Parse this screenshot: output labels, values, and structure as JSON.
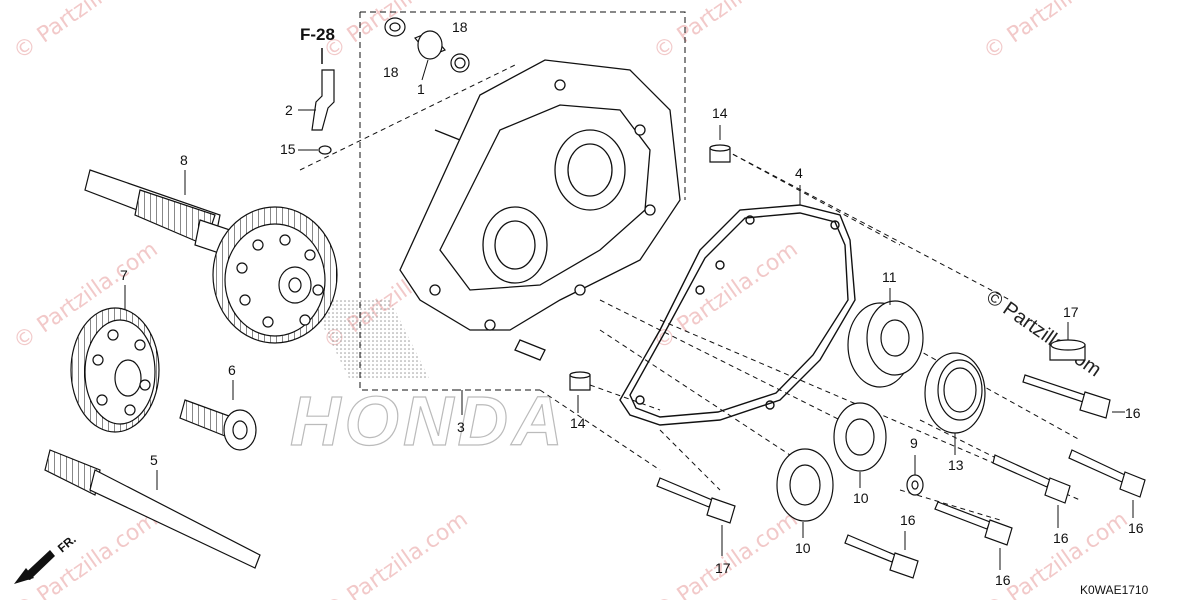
{
  "diagram": {
    "ref_label": "F-28",
    "diagram_code": "K0WAE1710",
    "direction_label": "FR.",
    "brand_mark": "HONDA",
    "watermark_text": "© Partzilla.com",
    "watermark_corner": "© Partzilla.com"
  },
  "callouts": [
    {
      "id": "c1",
      "num": "1"
    },
    {
      "id": "c2",
      "num": "2"
    },
    {
      "id": "c3",
      "num": "3"
    },
    {
      "id": "c4",
      "num": "4"
    },
    {
      "id": "c5",
      "num": "5"
    },
    {
      "id": "c6",
      "num": "6"
    },
    {
      "id": "c7",
      "num": "7"
    },
    {
      "id": "c8",
      "num": "8"
    },
    {
      "id": "c9",
      "num": "9"
    },
    {
      "id": "c10a",
      "num": "10"
    },
    {
      "id": "c10b",
      "num": "10"
    },
    {
      "id": "c11",
      "num": "11"
    },
    {
      "id": "c13",
      "num": "13"
    },
    {
      "id": "c14a",
      "num": "14"
    },
    {
      "id": "c14b",
      "num": "14"
    },
    {
      "id": "c15",
      "num": "15"
    },
    {
      "id": "c16a",
      "num": "16"
    },
    {
      "id": "c16b",
      "num": "16"
    },
    {
      "id": "c16c",
      "num": "16"
    },
    {
      "id": "c16d",
      "num": "16"
    },
    {
      "id": "c16e",
      "num": "16"
    },
    {
      "id": "c17a",
      "num": "17"
    },
    {
      "id": "c17b",
      "num": "17"
    },
    {
      "id": "c18a",
      "num": "18"
    },
    {
      "id": "c18b",
      "num": "18"
    }
  ],
  "colors": {
    "line": "#111111",
    "watermark": "#f2c9c9",
    "honda_logo": "#bbbbbb"
  }
}
